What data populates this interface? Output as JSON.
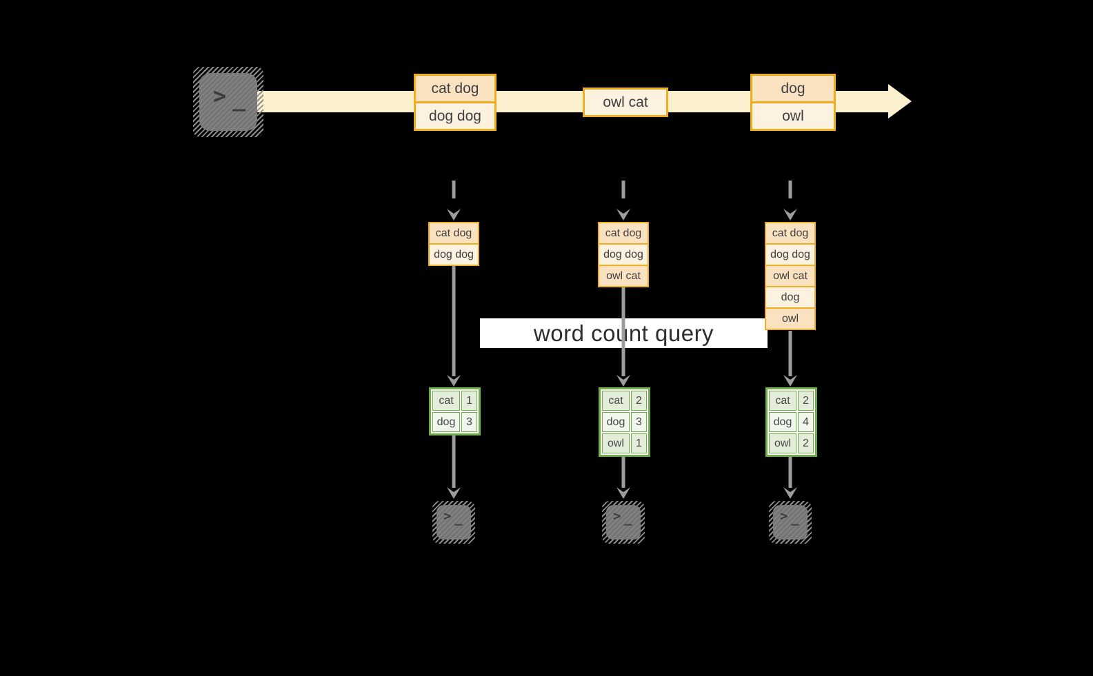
{
  "colors": {
    "gold": "#efae1f",
    "peach-dark": "#fae2c1",
    "peach-light": "#fdf1df",
    "cream": "#fbf1ce",
    "green": "#6fad47",
    "green-dark": "#e4ecda",
    "green-light": "#f1f6ec",
    "arrow-gray": "#9c9c9c",
    "terminal-gray": "#7b7b7b",
    "text-dark": "#3f3f3f"
  },
  "query": {
    "label": "word count query"
  },
  "terminal": {
    "chevron": ">",
    "cursor": "_"
  },
  "stream": {
    "events": [
      {
        "lines": [
          "cat dog",
          "dog dog"
        ]
      },
      {
        "lines": [
          "owl cat"
        ]
      },
      {
        "lines": [
          "dog",
          "owl"
        ]
      }
    ]
  },
  "columns": [
    {
      "input_lines": [
        "cat dog",
        "dog dog"
      ],
      "counts": [
        {
          "word": "cat",
          "count": "1"
        },
        {
          "word": "dog",
          "count": "3"
        }
      ]
    },
    {
      "input_lines": [
        "cat dog",
        "dog dog",
        "owl cat"
      ],
      "counts": [
        {
          "word": "cat",
          "count": "2"
        },
        {
          "word": "dog",
          "count": "3"
        },
        {
          "word": "owl",
          "count": "1"
        }
      ]
    },
    {
      "input_lines": [
        "cat dog",
        "dog dog",
        "owl cat",
        "dog",
        "owl"
      ],
      "counts": [
        {
          "word": "cat",
          "count": "2"
        },
        {
          "word": "dog",
          "count": "4"
        },
        {
          "word": "owl",
          "count": "2"
        }
      ]
    }
  ]
}
